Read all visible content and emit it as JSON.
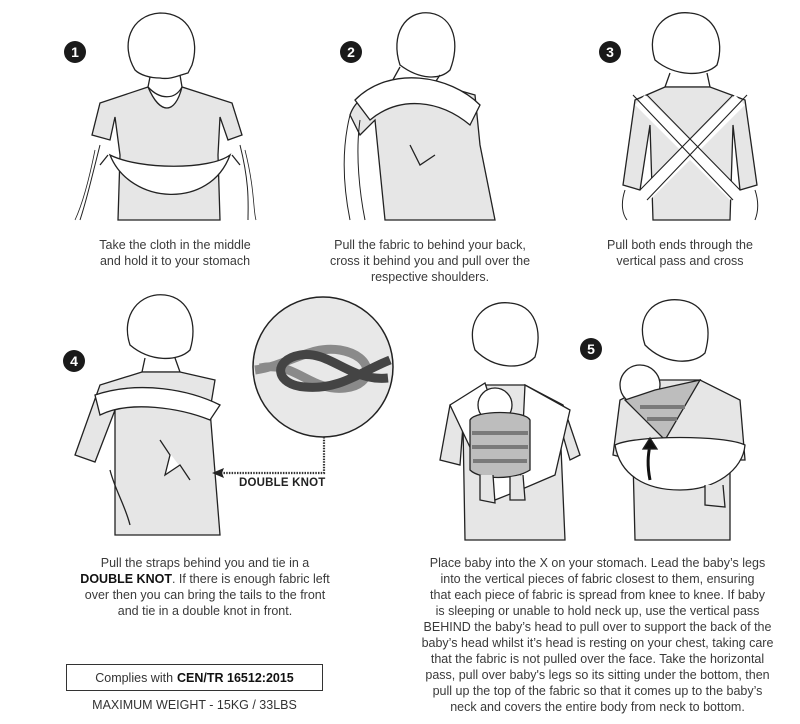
{
  "steps": [
    {
      "number": "1",
      "caption": [
        "Take the cloth in the middle",
        "and hold it to your stomach"
      ]
    },
    {
      "number": "2",
      "caption": [
        "Pull the fabric to behind your back,",
        "cross it behind you and pull over the",
        "respective shoulders."
      ]
    },
    {
      "number": "3",
      "caption": [
        "Pull both ends through the",
        "vertical pass and cross"
      ]
    },
    {
      "number": "4",
      "caption_line1": "Pull the straps behind you and tie in a",
      "caption_bold": "DOUBLE KNOT",
      "caption_line2_rest": ". If there is enough fabric left",
      "caption_line3": "over then you can bring the tails to the front",
      "caption_line4": "and tie in a double knot in front."
    },
    {
      "number": "5",
      "caption": [
        "Place baby into the X on your stomach. Lead the baby’s legs",
        "into the vertical pieces of fabric closest to them, ensuring",
        "that each piece of fabric is spread from knee to knee. If baby",
        "is sleeping or unable to hold neck up, use the vertical pass",
        "BEHIND the baby’s head to pull over to support the back of the",
        "baby’s head whilst it’s head is resting on your chest, taking care",
        "that the fabric is not pulled over the face. Take the horizontal",
        "pass, pull over baby's legs so its sitting under the bottom, then",
        "pull up the top of the fabric so that it comes up to the baby’s",
        "neck and covers the entire body from neck to bottom."
      ]
    }
  ],
  "knot_callout": {
    "label": "DOUBLE KNOT"
  },
  "compliance": {
    "prefix": "Complies with",
    "standard": "CEN/TR 16512:2015"
  },
  "max_weight": "MAXIMUM WEIGHT - 15KG / 33LBS",
  "colors": {
    "badge": "#1a1a1a",
    "fill_gray": "#e6e6e6",
    "stripe_gray": "#8a8a8a",
    "line": "#222222"
  }
}
